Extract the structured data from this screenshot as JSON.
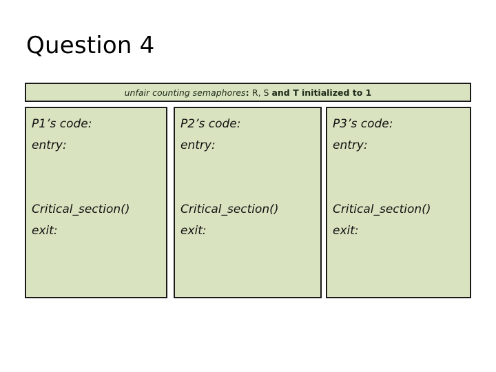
{
  "slide": {
    "title": "Question 4",
    "background_color": "#ffffff",
    "cell_fill_color": "#dae3c0",
    "border_color": "#1a1a1a",
    "text_color": "#111111"
  },
  "banner": {
    "full_text": "unfair counting semaphores: R, S and T initialized to 1",
    "segments": {
      "italic_part": "unfair counting semaphores",
      "colon": ": ",
      "regular_part": "R, S ",
      "bold_part": "and T initialized to 1"
    }
  },
  "columns": [
    {
      "id": "p1",
      "header": "P1’s code:",
      "entry_label": "entry:",
      "critical_section": "Critical_section()",
      "exit_label": "exit:"
    },
    {
      "id": "p2",
      "header": "P2’s code:",
      "entry_label": "entry:",
      "critical_section": "Critical_section()",
      "exit_label": "exit:"
    },
    {
      "id": "p3",
      "header": "P3’s code:",
      "entry_label": "entry:",
      "critical_section": "Critical_section()",
      "exit_label": "exit:"
    }
  ]
}
